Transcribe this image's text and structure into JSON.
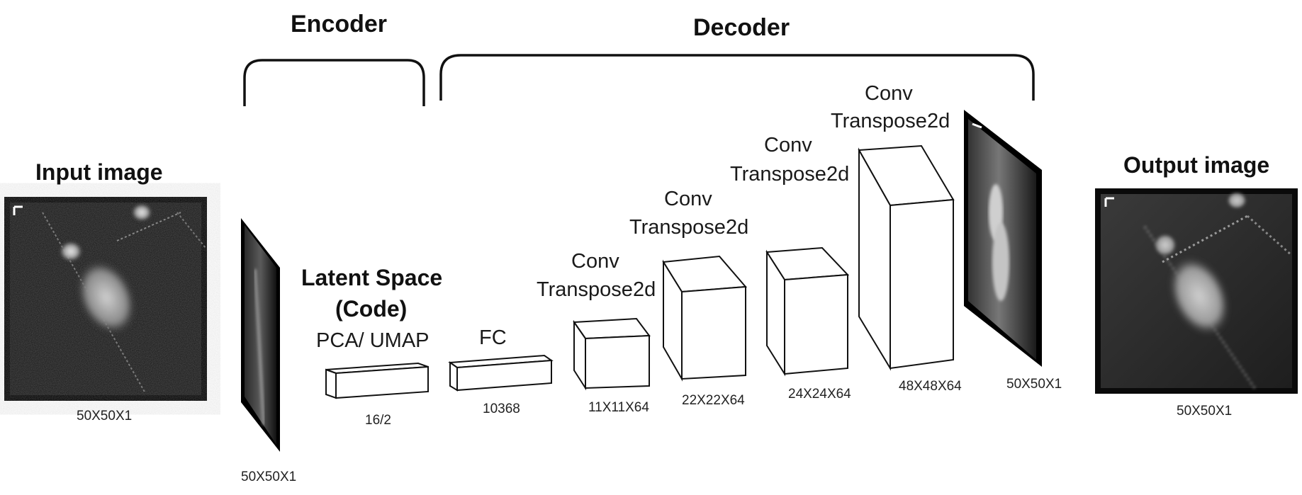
{
  "encoder_label": "Encoder",
  "decoder_label": "Decoder",
  "input": {
    "title": "Input image",
    "dim": "50X50X1"
  },
  "encoder_slab_dim": "50X50X1",
  "latent": {
    "title_line1": "Latent Space",
    "title_line2": "(Code)",
    "method": "PCA/ UMAP",
    "dim": "16/2"
  },
  "fc": {
    "label": "FC",
    "dim": "10368"
  },
  "decoder_layers": [
    {
      "line1": "Conv",
      "line2": "Transpose2d",
      "dim": "11X11X64"
    },
    {
      "line1": "Conv",
      "line2": "Transpose2d",
      "dim": "22X22X64"
    },
    {
      "line1": "Conv",
      "line2": "Transpose2d",
      "dim": "24X24X64"
    },
    {
      "line1": "Conv",
      "line2": "Transpose2d",
      "dim": "48X48X64"
    }
  ],
  "decoder_slab_dim": "50X50X1",
  "output": {
    "title": "Output image",
    "dim": "50X50X1"
  }
}
